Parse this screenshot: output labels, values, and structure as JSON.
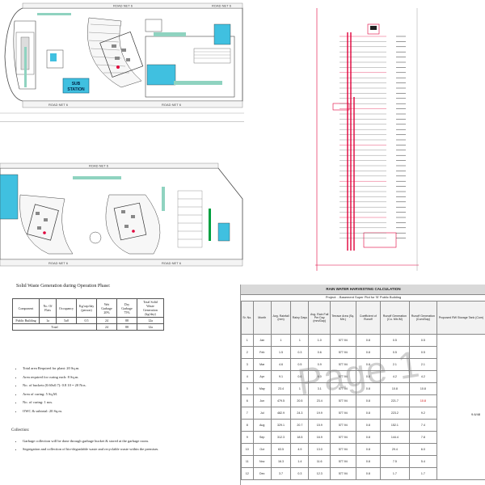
{
  "site_top": {
    "road_labels": [
      "ROAD NET 6",
      "ROAD NET 6",
      "ROAD NET 6",
      "ROAD NET 6"
    ],
    "substation_label": "SUB STATION"
  },
  "site_bottom": {
    "road_labels": [
      "ROAD NET 6",
      "ROAD NET 6",
      "ROAD NET 6"
    ]
  },
  "waste": {
    "title": "Solid Waste Generation during Operation Phase:",
    "headers": [
      "Component",
      "No. Of Flats",
      "Occupancy",
      "Kg/cap/day (person)",
      "Wet Garbage 20%",
      "Dry Garbage 75%",
      "Total Solid Waste Generation (kg/day)"
    ],
    "row": [
      "Public Building",
      "1a",
      "5a0",
      "0.5",
      "24",
      "88",
      "12a"
    ],
    "total_label": "Total",
    "total_values": [
      "24",
      "88",
      "12a"
    ],
    "notes": [
      "Total area Required for plant: 20 Sq.m.",
      "Area required for curing each: 8 Sq.m.",
      "No. of buckets (0.60x0.7): 0.8 10 = 20 Nos.",
      "Area of curing: 5 Sq.M.",
      "No. of curing: 1 nos.",
      "OWC & subtotal: 20 Sq.m."
    ],
    "collection_heading": "Collection:",
    "collection_items": [
      "Garbage collection will be done through garbage bucket & stored at the garbage room.",
      "Segregation and collection of bio-degradable waste and recyclable waste within the premises."
    ]
  },
  "rain": {
    "header": "RAIN WATER HARVESTING CALCULATION",
    "project": "Project: - Basement Super Plot for 'B' Public Building",
    "col_headers": [
      "Sr. No.",
      "Month",
      "Avg. Rainfall (mm)",
      "Rainy Days",
      "Avg. Rain Fall Per Day (mm/Day)",
      "Terrace Area (Sq. Mtr.)",
      "Coefficient of Runoff",
      "Runoff Generation (Cu. Mtr./M)",
      "Runoff Generation (Cum/Day)",
      "Proposed RW Storage Tank (Cum)"
    ],
    "rows": [
      [
        "1",
        "Jan",
        "1",
        "1",
        "1.0",
        "577.94",
        "0.8",
        "0.5",
        "0.5"
      ],
      [
        "2",
        "Feb",
        "1.5",
        "0.3",
        "0.6",
        "577.94",
        "0.8",
        "0.5",
        "0.5"
      ],
      [
        "3",
        "Mar",
        "4.6",
        "0.5",
        "0.9",
        "577.94",
        "0.8",
        "2.1",
        "2.1"
      ],
      [
        "4",
        "Apr",
        "9.1",
        "0.6",
        "6.0",
        "577.94",
        "0.8",
        "4.2",
        "4.2"
      ],
      [
        "5",
        "May",
        "23.4",
        "1",
        "3.1",
        "577.94",
        "0.8",
        "10.8",
        "10.8"
      ],
      [
        "6",
        "Jun",
        "479.5",
        "20.5",
        "23.4",
        "577.94",
        "0.8",
        "221.7",
        "10.8"
      ],
      [
        "7",
        "Jul",
        "482.9",
        "24.3",
        "19.9",
        "577.94",
        "0.8",
        "223.2",
        "9.2"
      ],
      [
        "8",
        "Aug",
        "329.1",
        "20.7",
        "15.9",
        "577.94",
        "0.8",
        "152.1",
        "7.4"
      ],
      [
        "9",
        "Sep",
        "312.3",
        "18.5",
        "16.9",
        "577.94",
        "0.8",
        "144.4",
        "7.8"
      ],
      [
        "10",
        "Oct",
        "63.5",
        "4.9",
        "13.0",
        "577.94",
        "0.8",
        "29.4",
        "6.0"
      ],
      [
        "11",
        "Nov",
        "16.3",
        "1.4",
        "11.6",
        "577.94",
        "0.8",
        "7.5",
        "5.4"
      ],
      [
        "12",
        "Dec",
        "3.7",
        "0.3",
        "12.3",
        "577.94",
        "0.8",
        "1.7",
        "1.7"
      ]
    ],
    "tank_value": "9.6/48",
    "watermark": "Page 1"
  },
  "colors": {
    "road_green": "#8fd3c0",
    "water_cyan": "#40c0e0",
    "riser_red": "#e0003a",
    "plan_line": "#444444"
  }
}
